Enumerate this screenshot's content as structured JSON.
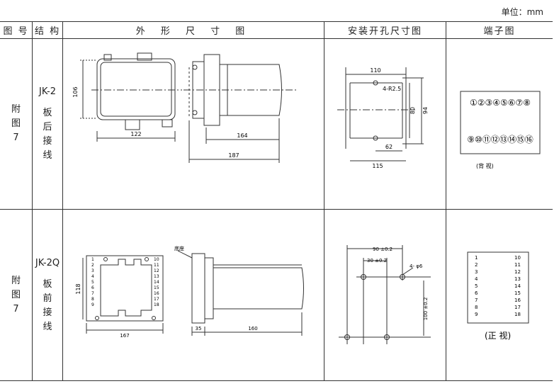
{
  "unit_label": "单位：mm",
  "headers": {
    "fig_no": "图 号",
    "structure": "结 构",
    "outline": "外 形 尺 寸 图",
    "cutout": "安装开孔尺寸图",
    "terminal": "端子图"
  },
  "rows": [
    {
      "fig_no": [
        "附",
        "图",
        "7"
      ],
      "model": "JK-2",
      "structure": [
        "板",
        "后",
        "接",
        "线"
      ],
      "outline": {
        "dim_height": "106",
        "dim_width_front": "122",
        "dim_side_body": "164",
        "dim_side_total": "187"
      },
      "cutout": {
        "dim_top": "110",
        "hole_label": "4-R2.5",
        "dim_h_inner": "80",
        "dim_h_outer": "94",
        "dim_inner": "62",
        "dim_bottom": "115"
      },
      "terminal": {
        "top_row": "①②③④⑤⑥⑦⑧",
        "bottom_row": "⑨⑩⑪⑫⑬⑭⑮⑯",
        "view": "(背 视)"
      }
    },
    {
      "fig_no": [
        "附",
        "图",
        "7"
      ],
      "model": "JK-2Q",
      "structure": [
        "板",
        "前",
        "接",
        "线"
      ],
      "outline": {
        "dim_height": "118",
        "dim_width": "167",
        "base_label": "底座",
        "dim_base": "35",
        "dim_body": "160",
        "left_numbers": [
          "1",
          "2",
          "3",
          "4",
          "5",
          "6",
          "7",
          "8",
          "9"
        ],
        "right_numbers": [
          "10",
          "11",
          "12",
          "13",
          "14",
          "15",
          "16",
          "17",
          "18"
        ]
      },
      "cutout": {
        "dim_outer": "90 ±0.2",
        "dim_inner": "30 ±0.2",
        "hole_label": "4- φ6",
        "dim_v": "100 ±0.2"
      },
      "terminal": {
        "left": [
          "1",
          "2",
          "3",
          "4",
          "5",
          "6",
          "7",
          "8",
          "9"
        ],
        "right": [
          "10",
          "11",
          "12",
          "13",
          "14",
          "15",
          "16",
          "17",
          "18"
        ],
        "view": "(正 视)"
      }
    }
  ]
}
